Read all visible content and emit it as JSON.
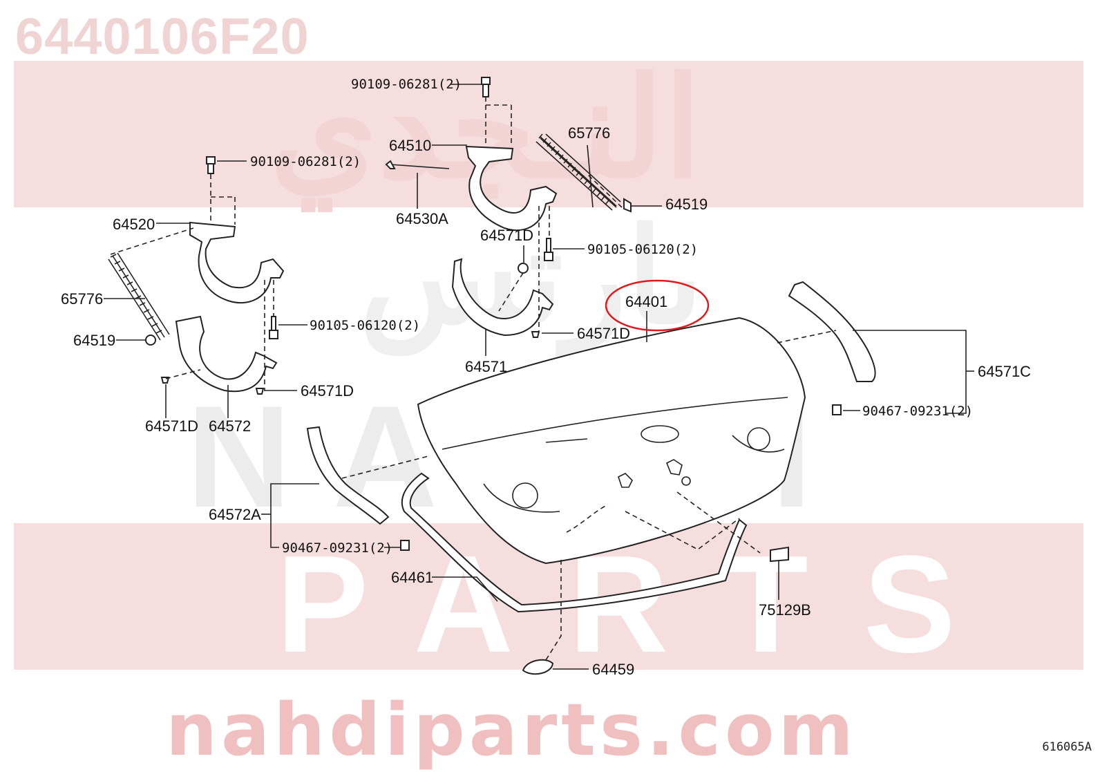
{
  "header": {
    "part_number": "6440106F20"
  },
  "watermark": {
    "arabic_top": "النـجدي",
    "arabic_mid": "بارتس",
    "latin_mid": "NAHDI",
    "latin_bottom": "PARTS",
    "website": "nahdiparts.com"
  },
  "diagram_code": "616065A",
  "highlight_color": "#e0191e",
  "callouts": {
    "c1": "90109-06281(2)",
    "c2": "64510",
    "c3": "65776",
    "c4": "64530A",
    "c5": "64519",
    "c6": "90109-06281(2)",
    "c7": "64520",
    "c8": "64571D",
    "c9": "90105-06120(2)",
    "c10": "65776",
    "c11": "64401",
    "c12": "90105-06120(2)",
    "c13": "64519",
    "c14": "64571D",
    "c15": "64571",
    "c16": "64571C",
    "c17": "64571D",
    "c18": "64571D",
    "c19": "64572",
    "c20": "90467-09231(2)",
    "c21": "64572A",
    "c22": "90467-09231(2)",
    "c23": "64461",
    "c24": "75129B",
    "c25": "64459"
  }
}
